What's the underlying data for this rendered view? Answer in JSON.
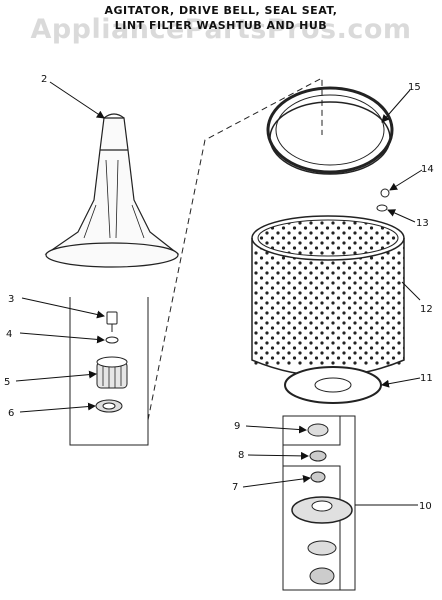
{
  "title": {
    "line1": "AGITATOR, DRIVE BELL, SEAL SEAT,",
    "line2": "LINT FILTER WASHTUB AND HUB"
  },
  "watermark": "AppliancePartsPros.com",
  "part_labels": [
    "2",
    "3",
    "4",
    "5",
    "6",
    "15",
    "14",
    "13",
    "12",
    "11",
    "9",
    "8",
    "7",
    "10"
  ]
}
